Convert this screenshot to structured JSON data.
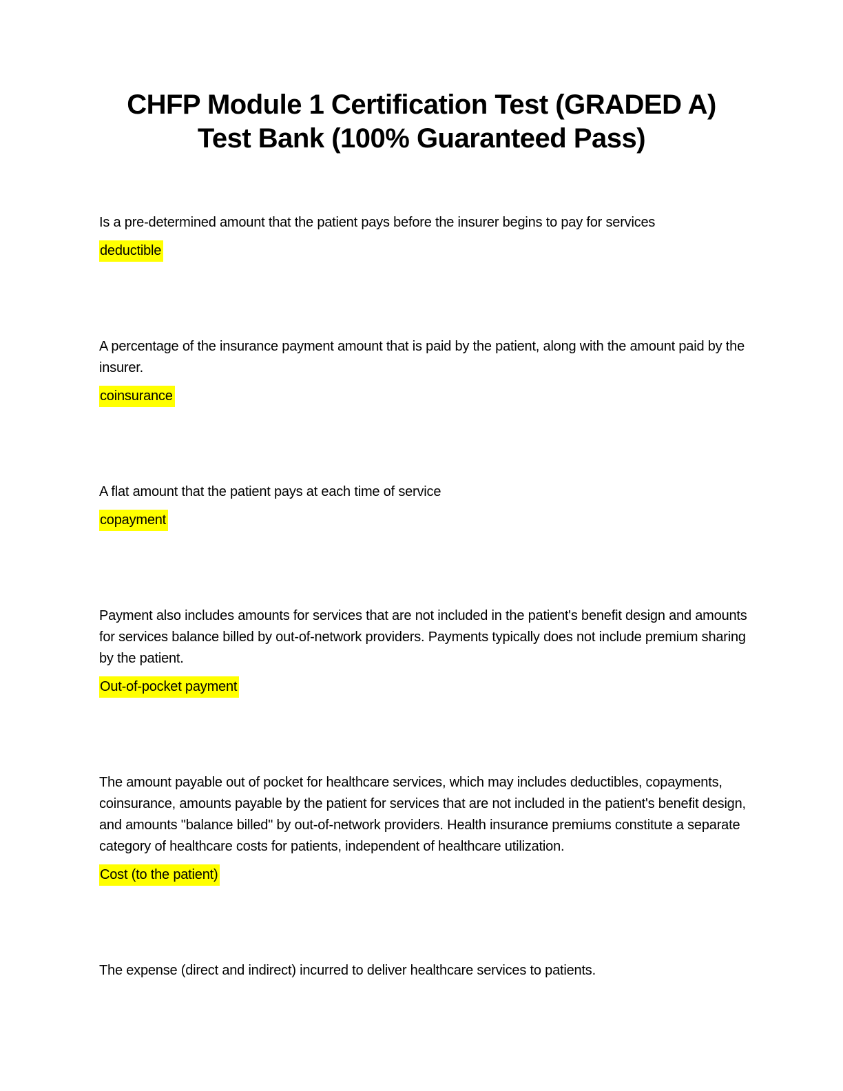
{
  "doc": {
    "title_line1": "CHFP Module 1 Certification Test (GRADED A)",
    "title_line2": "Test Bank (100% Guaranteed Pass)",
    "highlight_color": "#ffff00",
    "text_color": "#000000",
    "background_color": "#ffffff",
    "qa_items": [
      {
        "question": "Is a pre-determined amount that the patient pays before the insurer begins to pay for services",
        "answer": "deductible"
      },
      {
        "question": "A percentage of the insurance payment amount that is paid by the patient, along with the amount paid by the insurer.",
        "answer": "coinsurance"
      },
      {
        "question": "A flat amount that the patient pays at each time of service",
        "answer": "copayment"
      },
      {
        "question": "Payment also includes amounts for services that are not included in the patient's benefit design and amounts for services balance billed by out-of-network providers. Payments typically does not include premium sharing by the patient.",
        "answer": "Out-of-pocket payment"
      },
      {
        "question": "The amount payable out of pocket for healthcare services, which may includes deductibles, copayments, coinsurance, amounts payable by the patient for services that are not included in the patient's benefit design, and amounts \"balance billed\" by out-of-network providers. Health insurance premiums constitute a separate category of healthcare costs for patients, independent of healthcare utilization.",
        "answer": "Cost (to the patient)"
      },
      {
        "question": "The expense (direct and indirect) incurred to deliver healthcare services to patients.",
        "answer": ""
      }
    ]
  }
}
